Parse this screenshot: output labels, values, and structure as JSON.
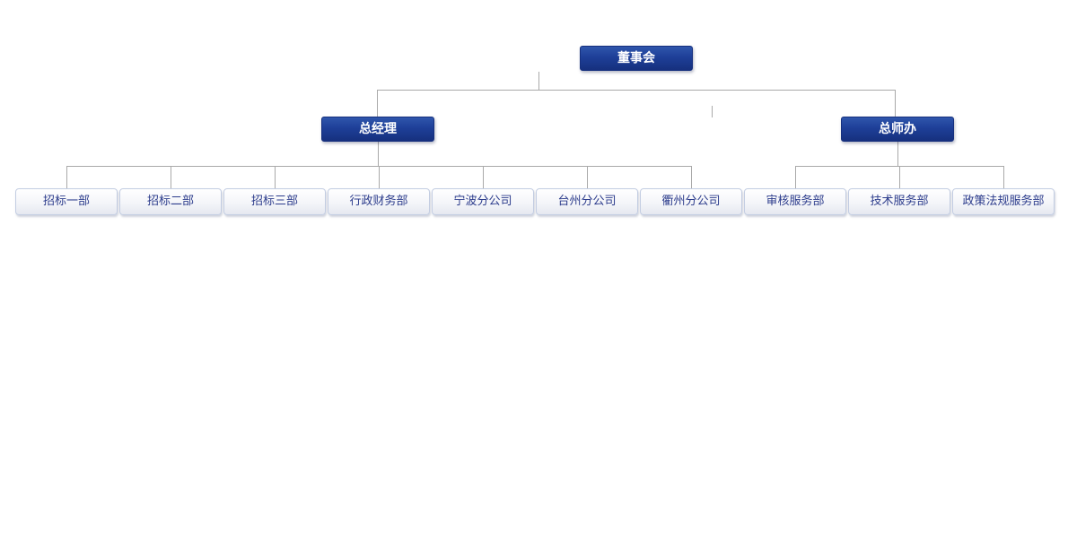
{
  "org_chart": {
    "root": {
      "label": "董事会"
    },
    "level2": [
      {
        "label": "总经理"
      },
      {
        "label": "总师办"
      }
    ],
    "departments": [
      {
        "label": "招标一部"
      },
      {
        "label": "招标二部"
      },
      {
        "label": "招标三部"
      },
      {
        "label": "行政财务部"
      },
      {
        "label": "宁波分公司"
      },
      {
        "label": "台州分公司"
      },
      {
        "label": "衢州分公司"
      },
      {
        "label": "审核服务部"
      },
      {
        "label": "技术服务部"
      },
      {
        "label": "政策法规服务部"
      }
    ]
  },
  "colors": {
    "node-primary": "#1e3f98",
    "node-primary-dark": "#16307e",
    "node-text-dark": "#2c3c8c",
    "connector": "#a9a9a9",
    "dept-border": "#c3cde2"
  }
}
